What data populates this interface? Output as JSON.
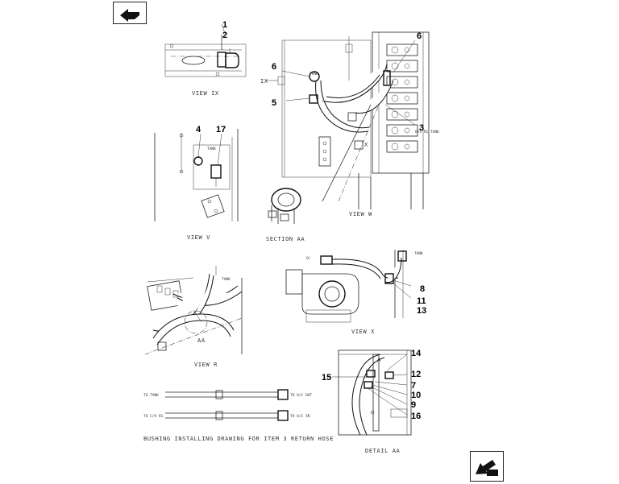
{
  "views": {
    "view_ix": "VIEW IX",
    "view_w": "VIEW W",
    "view_v": "VIEW V",
    "section_aa": "SECTION AA",
    "view_x": "VIEW X",
    "view_r": "VIEW R",
    "detail_aa": "DETAIL AA"
  },
  "markers": {
    "ix": "IX",
    "x": "X",
    "a": "A",
    "aa": "AA"
  },
  "small_labels": {
    "tank_w": "TANK",
    "ovr_tank": "O/V R1 TANK",
    "tank_v": "TANK",
    "ov_x": "O/",
    "tank_x": "TANK",
    "tank_r": "TANK"
  },
  "callouts": {
    "c1": "1",
    "c2": "2",
    "c6a": "6",
    "c6b": "6",
    "c5": "5",
    "c3": "3",
    "c4": "4",
    "c17": "17",
    "c8": "8",
    "c11": "11",
    "c13": "13",
    "c14": "14",
    "c15": "15",
    "c12": "12",
    "c7": "7",
    "c10": "10",
    "c9": "9",
    "c16": "16"
  },
  "bushing": {
    "to_tank": "TO TANK",
    "to_oc_out": "TO O/C OUT",
    "to_cv_r1": "TO C/V R1",
    "to_oc_in": "TO O/C IN",
    "title": "BUSHING INSTALLING DRAWING FOR ITEM 3 RETURN HOSE"
  }
}
